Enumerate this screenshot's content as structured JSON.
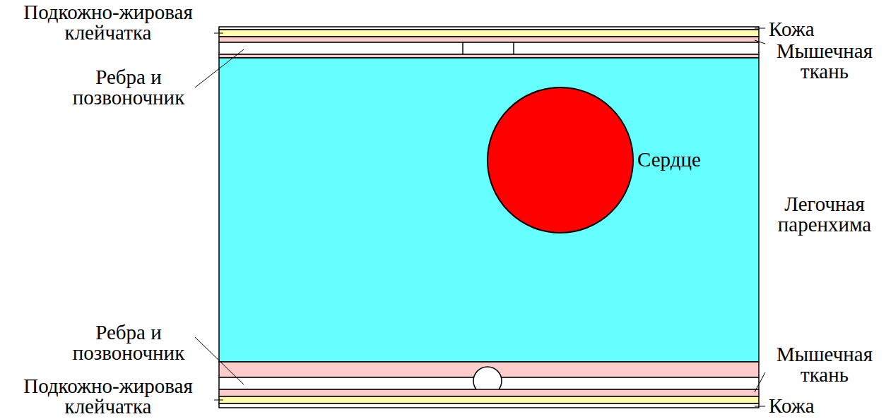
{
  "diagram": {
    "labels": [
      "Подкожно-жировая клейчатка",
      "Кожа",
      "Мышечная ткань",
      "Ребра и позвоночник",
      "Сердце",
      "Легочная паренхима",
      "Ребра и позвоночник",
      "Мышечная ткань",
      "Подкожно-жировая клейчатка",
      "Кожа"
    ]
  }
}
